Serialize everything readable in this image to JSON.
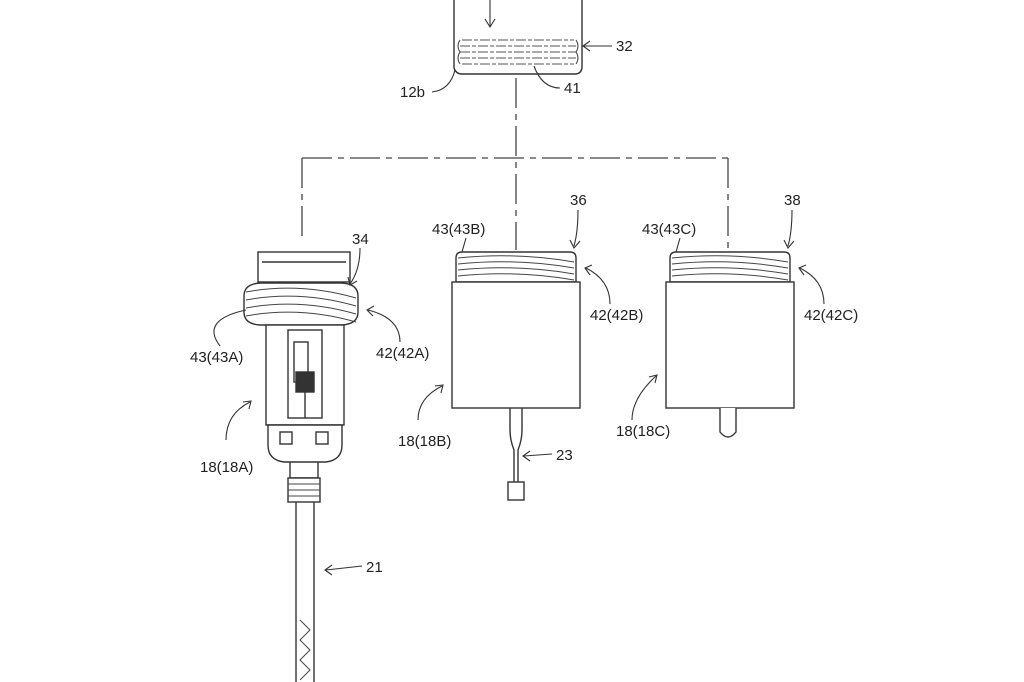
{
  "labels": {
    "l32": "32",
    "l12b": "12b",
    "l41": "41",
    "l34": "34",
    "l36": "36",
    "l38": "38",
    "l43B": "43(43B)",
    "l43C": "43(43C)",
    "l42B": "42(42B)",
    "l42C": "42(42C)",
    "l43A": "43(43A)",
    "l42A": "42(42A)",
    "l18A": "18(18A)",
    "l18B": "18(18B)",
    "l18C": "18(18C)",
    "l23": "23",
    "l21": "21"
  }
}
